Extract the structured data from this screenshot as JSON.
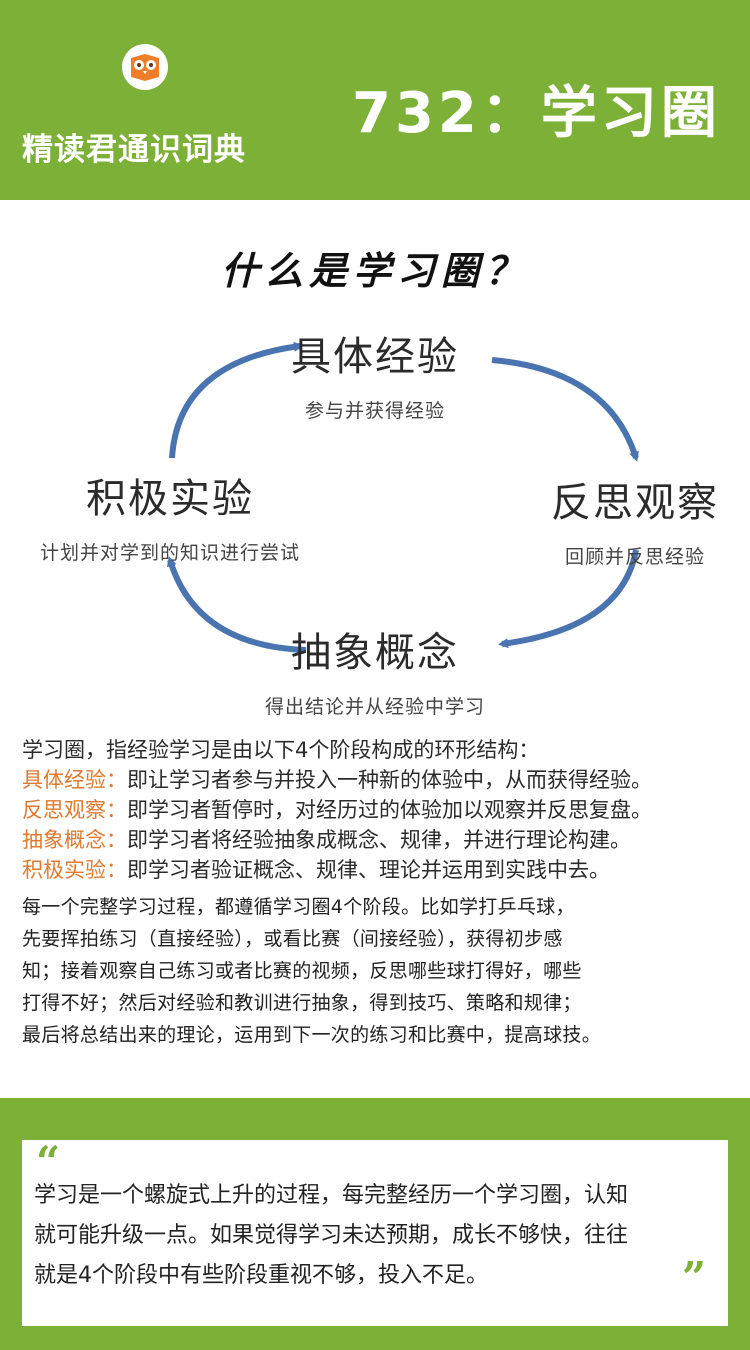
{
  "header": {
    "brand": "精读君通识词典",
    "issue_title": "732：学习圈",
    "logo_icon": "owl-book-icon",
    "colors": {
      "green": "#7db037",
      "orange_logo": "#f07d2a"
    }
  },
  "diagram": {
    "title": "什么是学习圈？",
    "stages": {
      "top": {
        "name": "具体经验",
        "desc": "参与并获得经验"
      },
      "right": {
        "name": "反思观察",
        "desc": "回顾并反思经验"
      },
      "bottom": {
        "name": "抽象概念",
        "desc": "得出结论并从经验中学习"
      },
      "left": {
        "name": "积极实验",
        "desc": "计划并对学到的知识进行尝试"
      }
    },
    "arrow_color": "#4a74b0"
  },
  "content": {
    "intro": "学习圈，指经验学习是由以下4个阶段构成的环形结构：",
    "definitions": [
      {
        "term": "具体经验",
        "colon": "：",
        "text": "即让学习者参与并投入一种新的体验中，从而获得经验。"
      },
      {
        "term": "反思观察",
        "colon": "：",
        "text": "即学习者暂停时，对经历过的体验加以观察并反思复盘。"
      },
      {
        "term": "抽象概念",
        "colon": "：",
        "text": "即学习者将经验抽象成概念、规律，并进行理论构建。"
      },
      {
        "term": "积极实验",
        "colon": "：",
        "text": "即学习者验证概念、规律、理论并运用到实践中去。"
      }
    ],
    "paragraph_lines": [
      "每一个完整学习过程，都遵循学习圈4个阶段。比如学打乒乓球，",
      "先要挥拍练习（直接经验），或看比赛（间接经验），获得初步感",
      "知；接着观察自己练习或者比赛的视频，反思哪些球打得好，哪些",
      "打得不好；然后对经验和教训进行抽象，得到技巧、策略和规律；",
      "最后将总结出来的理论，运用到下一次的练习和比赛中，提高球技。"
    ]
  },
  "quote": {
    "open_mark": "“",
    "close_mark": "”",
    "lines": [
      "学习是一个螺旋式上升的过程，每完整经历一个学习圈，认知",
      "就可能升级一点。如果觉得学习未达预期，成长不够快，往往",
      "就是4个阶段中有些阶段重视不够，投入不足。"
    ]
  }
}
